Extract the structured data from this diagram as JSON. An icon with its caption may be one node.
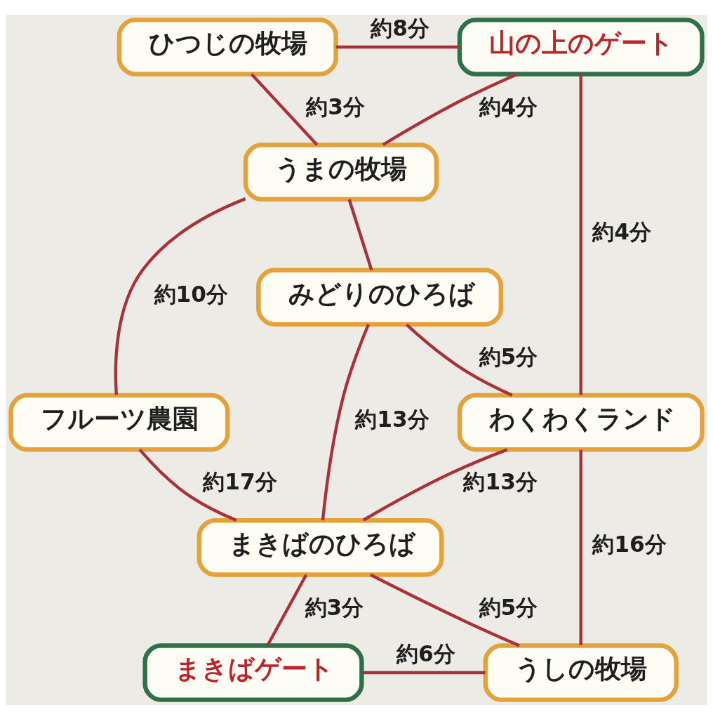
{
  "diagram": {
    "nodes": [
      {
        "text": [
          "ひつじの牧場"
        ]
      },
      {
        "text": [
          "山の上のゲート"
        ]
      },
      {
        "text": [
          "うまの牧場"
        ]
      },
      {
        "text": [
          "みどりのひろば"
        ]
      },
      {
        "text": [
          "フルーツ農園"
        ]
      },
      {
        "text": [
          "わくわくランド"
        ]
      },
      {
        "text": [
          "まきばのひろば"
        ]
      },
      {
        "text": [
          "まきばゲート"
        ]
      },
      {
        "text": [
          "うしの牧場"
        ]
      }
    ],
    "edges": [
      {
        "from": 0,
        "to": 1,
        "arrow": "none",
        "label": "約8分"
      },
      {
        "from": 0,
        "to": 2,
        "arrow": "none",
        "label": "約3分"
      },
      {
        "from": 1,
        "to": 2,
        "arrow": "none",
        "label": "約4分"
      },
      {
        "from": 1,
        "to": 5,
        "arrow": "none",
        "label": "約4分"
      },
      {
        "from": 2,
        "to": 3,
        "arrow": "none"
      },
      {
        "from": 2,
        "to": 4,
        "arrow": "none",
        "label": "約10分"
      },
      {
        "from": 3,
        "to": 5,
        "arrow": "none",
        "label": "約5分"
      },
      {
        "from": 3,
        "to": 6,
        "arrow": "none",
        "label": "約13分"
      },
      {
        "from": 4,
        "to": 6,
        "arrow": "none",
        "label": "約17分"
      },
      {
        "from": 5,
        "to": 6,
        "arrow": "none",
        "label": "約13分"
      },
      {
        "from": 5,
        "to": 8,
        "arrow": "none",
        "label": "約16分"
      },
      {
        "from": 6,
        "to": 7,
        "arrow": "none",
        "label": "約3分"
      },
      {
        "from": 6,
        "to": 8,
        "arrow": "none",
        "label": "約5分"
      },
      {
        "from": 7,
        "to": 8,
        "arrow": "none",
        "label": "約6分"
      }
    ]
  }
}
